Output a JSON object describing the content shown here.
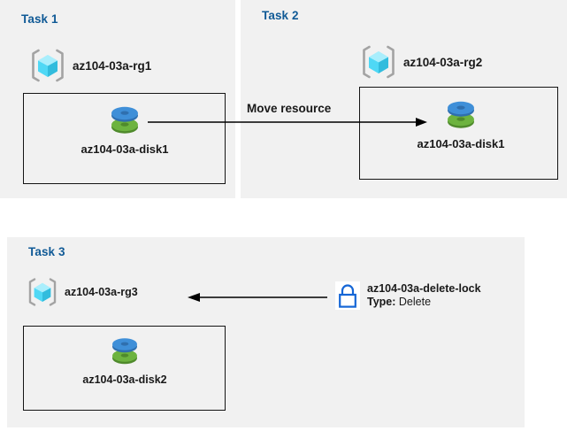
{
  "diagram": {
    "title": "Azure resource groups, move resource and delete lock tasks",
    "background": "#ffffff",
    "panel_color": "#f1f1f1",
    "task_label_color": "#105a96",
    "text_color": "#191919",
    "line_color": "#000000"
  },
  "tasks": [
    {
      "id": "task1",
      "label": "Task 1",
      "resource_group": {
        "name": "az104-03a-rg1",
        "icon": "resource-group-icon"
      },
      "resource": {
        "name": "az104-03a-disk1",
        "icon": "managed-disk-icon"
      }
    },
    {
      "id": "task2",
      "label": "Task 2",
      "resource_group": {
        "name": "az104-03a-rg2",
        "icon": "resource-group-icon"
      },
      "resource": {
        "name": "az104-03a-disk1",
        "icon": "managed-disk-icon"
      }
    },
    {
      "id": "task3",
      "label": "Task 3",
      "resource_group": {
        "name": "az104-03a-rg3",
        "icon": "resource-group-icon"
      },
      "resource": {
        "name": "az104-03a-disk2",
        "icon": "managed-disk-icon"
      },
      "lock": {
        "icon": "lock-icon",
        "name": "az104-03a-delete-lock",
        "type_key": "Type:",
        "type_value": "Delete"
      }
    }
  ],
  "connectors": [
    {
      "id": "move-resource",
      "caption": "Move resource",
      "from": "az104-03a-disk1",
      "to": "az104-03a-disk1",
      "direction": "right"
    },
    {
      "id": "lock-applies-to",
      "caption": "",
      "from": "az104-03a-delete-lock",
      "to": "az104-03a-rg3",
      "direction": "left"
    }
  ],
  "icons": {
    "resource_group": {
      "name": "resource-group-icon",
      "bracket_color": "#a3a3a3",
      "cube_light": "#9cebfb",
      "cube_mid": "#4fd8f5",
      "cube_dark": "#32bcdd"
    },
    "managed_disk": {
      "name": "managed-disk-icon",
      "top_color": "#3f8fd8",
      "top_color_dark": "#2f6fae",
      "bottom_color": "#6db33f",
      "bottom_color_dark": "#4f8a2c"
    },
    "lock": {
      "name": "lock-icon",
      "color": "#1566d6"
    }
  }
}
